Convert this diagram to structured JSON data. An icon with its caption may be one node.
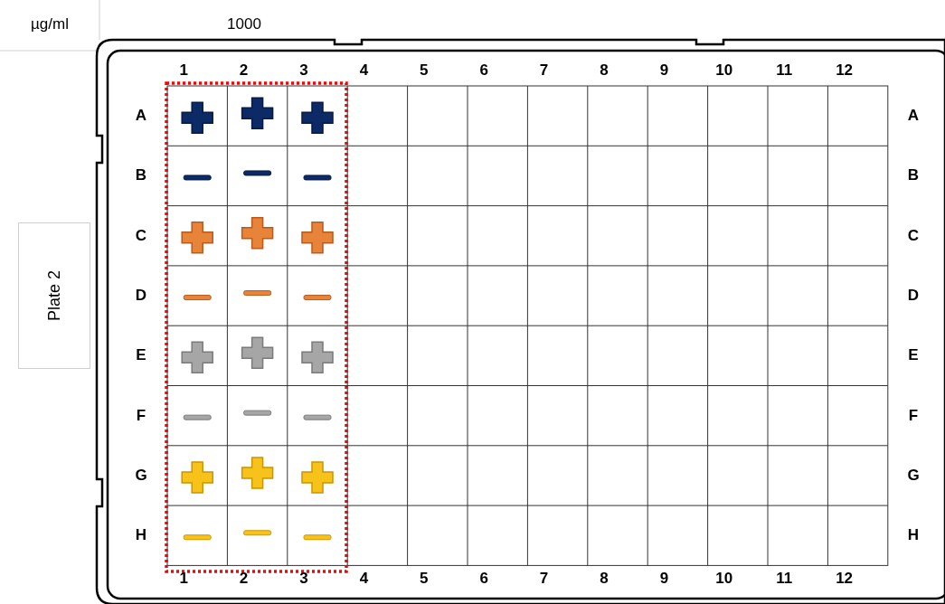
{
  "diagram": {
    "labels": [
      "µg/ml",
      "1000",
      "Plate 2",
      "1",
      "2",
      "3",
      "4",
      "5",
      "6",
      "7",
      "8",
      "9",
      "10",
      "11",
      "12",
      "A",
      "A",
      "B",
      "B",
      "C",
      "C",
      "D",
      "D",
      "E",
      "E",
      "F",
      "F",
      "G",
      "G",
      "H",
      "H",
      "1",
      "2",
      "3",
      "4",
      "5",
      "6",
      "7",
      "8",
      "9",
      "10",
      "11",
      "12"
    ]
  }
}
